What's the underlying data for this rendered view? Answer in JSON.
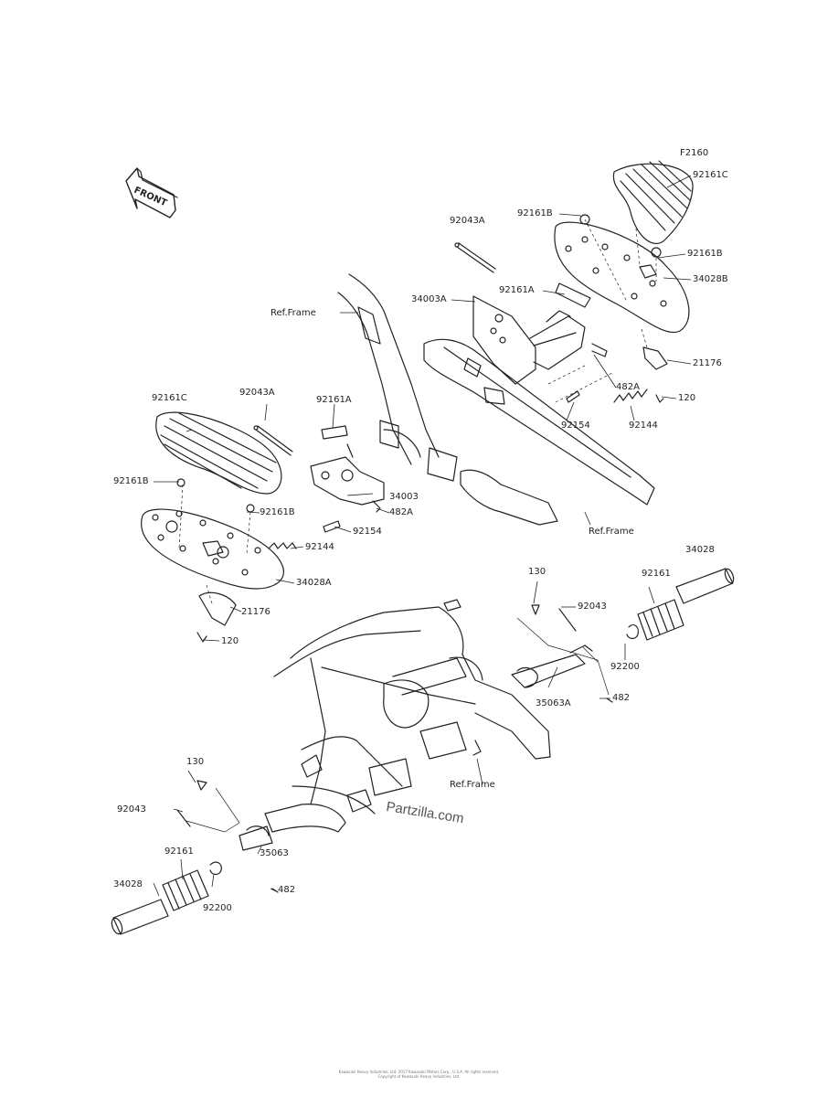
{
  "figure_code": "F2160",
  "front_arrow_text": "FRONT",
  "watermark": "Partzilla.com",
  "footer_line1": "Kawasaki Heavy Industries, Ltd. 2017 Kawasaki Motors Corp., U.S.A. All rights reserved.",
  "footer_line2": "Copyright of Kawasaki Heavy Industries, Ltd.",
  "labels": {
    "rh_board_92161C": "92161C",
    "rh_92161B_top": "92161B",
    "rh_92043A": "92043A",
    "rh_92161B_right": "92161B",
    "rh_34028B": "34028B",
    "rh_92161A": "92161A",
    "rh_34003A": "34003A",
    "rh_482A": "482A",
    "rh_21176": "21176",
    "rh_120": "120",
    "rh_92154": "92154",
    "rh_92144": "92144",
    "ref_frame_top": "Ref.Frame",
    "ref_frame_mid": "Ref.Frame",
    "ref_frame_low": "Ref.Frame",
    "lh_board_92161C": "92161C",
    "lh_92043A": "92043A",
    "lh_92161A": "92161A",
    "lh_92161B_left": "92161B",
    "lh_34003": "34003",
    "lh_92161B_right": "92161B",
    "lh_482A": "482A",
    "lh_92154": "92154",
    "lh_92144": "92144",
    "lh_34028A": "34028A",
    "lh_21176": "21176",
    "lh_120": "120",
    "rp_130": "130",
    "rp_92043": "92043",
    "rp_92161": "92161",
    "rp_34028": "34028",
    "rp_92200": "92200",
    "rp_35063A": "35063A",
    "rp_482": "482",
    "lp_130": "130",
    "lp_92043": "92043",
    "lp_35063": "35063",
    "lp_92161": "92161",
    "lp_34028": "34028",
    "lp_92200": "92200",
    "lp_482": "482"
  }
}
